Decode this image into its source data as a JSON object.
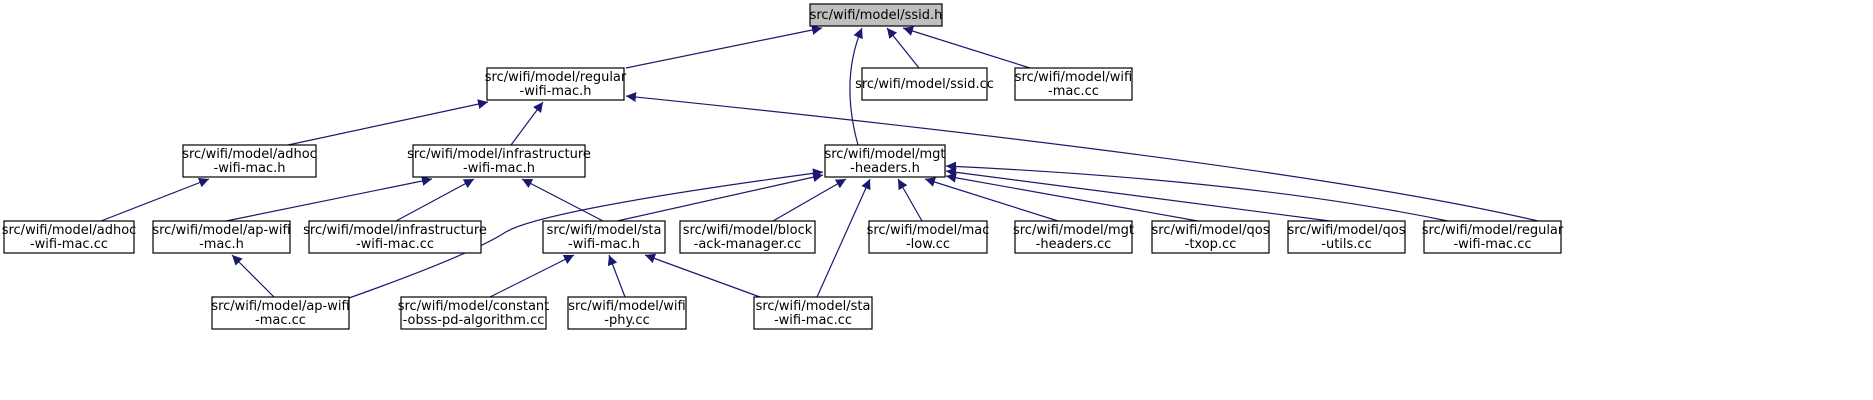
{
  "graph": {
    "edge_color": "#191970",
    "focus_fill": "#bfbfbf",
    "nodes": [
      {
        "id": "ssid_h",
        "lines": [
          "src/wifi/model/ssid.h"
        ],
        "focus": true
      },
      {
        "id": "regular_wifi_mac_h",
        "lines": [
          "src/wifi/model/regular",
          "-wifi-mac.h"
        ]
      },
      {
        "id": "ssid_cc",
        "lines": [
          "src/wifi/model/ssid.cc"
        ]
      },
      {
        "id": "wifi_mac_cc",
        "lines": [
          "src/wifi/model/wifi",
          "-mac.cc"
        ]
      },
      {
        "id": "adhoc_h",
        "lines": [
          "src/wifi/model/adhoc",
          "-wifi-mac.h"
        ]
      },
      {
        "id": "infra_h",
        "lines": [
          "src/wifi/model/infrastructure",
          "-wifi-mac.h"
        ]
      },
      {
        "id": "mgt_h",
        "lines": [
          "src/wifi/model/mgt",
          "-headers.h"
        ]
      },
      {
        "id": "adhoc_cc",
        "lines": [
          "src/wifi/model/adhoc",
          "-wifi-mac.cc"
        ]
      },
      {
        "id": "ap_h",
        "lines": [
          "src/wifi/model/ap-wifi",
          "-mac.h"
        ]
      },
      {
        "id": "infra_cc",
        "lines": [
          "src/wifi/model/infrastructure",
          "-wifi-mac.cc"
        ]
      },
      {
        "id": "sta_h",
        "lines": [
          "src/wifi/model/sta",
          "-wifi-mac.h"
        ]
      },
      {
        "id": "block_cc",
        "lines": [
          "src/wifi/model/block",
          "-ack-manager.cc"
        ]
      },
      {
        "id": "mac_low_cc",
        "lines": [
          "src/wifi/model/mac",
          "-low.cc"
        ]
      },
      {
        "id": "mgt_cc",
        "lines": [
          "src/wifi/model/mgt",
          "-headers.cc"
        ]
      },
      {
        "id": "qos_txop_cc",
        "lines": [
          "src/wifi/model/qos",
          "-txop.cc"
        ]
      },
      {
        "id": "qos_utils_cc",
        "lines": [
          "src/wifi/model/qos",
          "-utils.cc"
        ]
      },
      {
        "id": "regular_cc",
        "lines": [
          "src/wifi/model/regular",
          "-wifi-mac.cc"
        ]
      },
      {
        "id": "ap_cc",
        "lines": [
          "src/wifi/model/ap-wifi",
          "-mac.cc"
        ]
      },
      {
        "id": "obss_cc",
        "lines": [
          "src/wifi/model/constant",
          "-obss-pd-algorithm.cc"
        ]
      },
      {
        "id": "wifi_phy_cc",
        "lines": [
          "src/wifi/model/wifi",
          "-phy.cc"
        ]
      },
      {
        "id": "sta_cc",
        "lines": [
          "src/wifi/model/sta",
          "-wifi-mac.cc"
        ]
      }
    ],
    "edges": [
      {
        "from": "regular_wifi_mac_h",
        "to": "ssid_h"
      },
      {
        "from": "mgt_h",
        "to": "ssid_h"
      },
      {
        "from": "ssid_cc",
        "to": "ssid_h"
      },
      {
        "from": "wifi_mac_cc",
        "to": "ssid_h"
      },
      {
        "from": "adhoc_h",
        "to": "regular_wifi_mac_h"
      },
      {
        "from": "infra_h",
        "to": "regular_wifi_mac_h"
      },
      {
        "from": "regular_cc",
        "to": "regular_wifi_mac_h"
      },
      {
        "from": "adhoc_cc",
        "to": "adhoc_h"
      },
      {
        "from": "ap_h",
        "to": "infra_h"
      },
      {
        "from": "infra_cc",
        "to": "infra_h"
      },
      {
        "from": "sta_h",
        "to": "infra_h"
      },
      {
        "from": "ap_cc",
        "to": "ap_h"
      },
      {
        "from": "obss_cc",
        "to": "sta_h"
      },
      {
        "from": "wifi_phy_cc",
        "to": "sta_h"
      },
      {
        "from": "sta_cc",
        "to": "sta_h"
      },
      {
        "from": "sta_h",
        "to": "mgt_h"
      },
      {
        "from": "ap_cc",
        "to": "mgt_h"
      },
      {
        "from": "block_cc",
        "to": "mgt_h"
      },
      {
        "from": "mac_low_cc",
        "to": "mgt_h"
      },
      {
        "from": "mgt_cc",
        "to": "mgt_h"
      },
      {
        "from": "qos_txop_cc",
        "to": "mgt_h"
      },
      {
        "from": "qos_utils_cc",
        "to": "mgt_h"
      },
      {
        "from": "regular_cc",
        "to": "mgt_h"
      },
      {
        "from": "sta_cc",
        "to": "mgt_h"
      }
    ]
  }
}
